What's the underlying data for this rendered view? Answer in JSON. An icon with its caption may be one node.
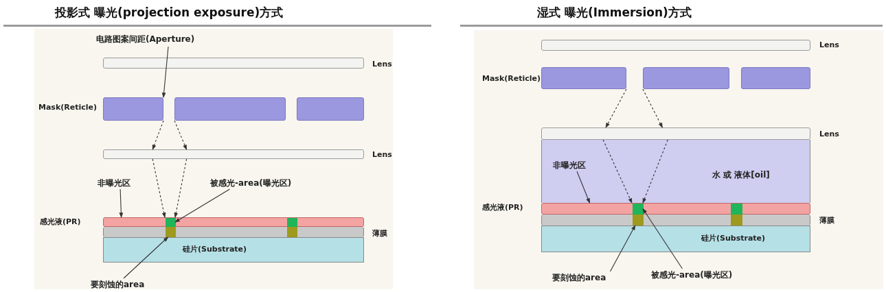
{
  "diagram": {
    "nodes": [
      {
        "text": [
          "电路图案间距(Aperture)"
        ]
      },
      {
        "text": [],
        "shape": "bar",
        "beside": [
          "Lens"
        ]
      },
      {
        "text": [],
        "shape": "bar",
        "beside": [
          "Mask(Reticle)"
        ]
      },
      {
        "text": [],
        "shape": "bar"
      },
      {
        "text": [],
        "shape": "bar"
      },
      {
        "text": [],
        "shape": "bar",
        "beside": [
          "Lens"
        ]
      },
      {
        "text": [],
        "shape": "bar",
        "beside": [
          "感光液(PR)"
        ]
      },
      {
        "text": [],
        "shape": "bar",
        "beside": [
          "薄膜"
        ]
      },
      {
        "text": [
          "硅片(Substrate)"
        ]
      },
      {
        "text": [],
        "shape": "box",
        "in": 6
      },
      {
        "text": [],
        "shape": "box",
        "in": 6
      },
      {
        "text": [],
        "shape": "box",
        "in": 7
      },
      {
        "text": [],
        "shape": "box",
        "in": 7
      },
      {
        "text": [
          "非曝光区"
        ]
      },
      {
        "text": [
          "被感光-area(曝光区)"
        ]
      },
      {
        "text": [
          "要刻蚀的area"
        ]
      },
      {
        "text": [],
        "shape": "bar",
        "beside": [
          "Lens"
        ]
      },
      {
        "text": [],
        "shape": "bar",
        "beside": [
          "Mask(Reticle)"
        ]
      },
      {
        "text": [],
        "shape": "bar"
      },
      {
        "text": [],
        "shape": "bar"
      },
      {
        "text": [],
        "shape": "bar",
        "beside": [
          "Lens"
        ]
      },
      {
        "text": [
          "水 或 液体[oil]"
        ]
      },
      {
        "text": [],
        "shape": "bar",
        "beside": [
          "感光液(PR)"
        ]
      },
      {
        "text": [],
        "shape": "bar",
        "beside": [
          "薄膜"
        ]
      },
      {
        "text": [
          "硅片(Substrate)"
        ]
      },
      {
        "text": [],
        "shape": "box",
        "in": 22
      },
      {
        "text": [],
        "shape": "box",
        "in": 22
      },
      {
        "text": [],
        "shape": "box",
        "in": 23
      },
      {
        "text": [],
        "shape": "box",
        "in": 23
      },
      {
        "text": [
          "非曝光区"
        ],
        "in": 21
      },
      {
        "text": [
          "被感光-area(曝光区)"
        ]
      },
      {
        "text": [
          "要刻蚀的area"
        ]
      }
    ],
    "edges": [
      {
        "from": 0,
        "to": 2,
        "arrow": "to"
      },
      {
        "from": 2,
        "to": 5,
        "arrow": "to",
        "style": "dashed"
      },
      {
        "from": 3,
        "to": 5,
        "arrow": "to",
        "style": "dashed"
      },
      {
        "from": 5,
        "to": 9,
        "arrow": "to",
        "style": "dashed"
      },
      {
        "from": 5,
        "to": 9,
        "arrow": "to",
        "style": "dashed"
      },
      {
        "from": 13,
        "to": 6,
        "arrow": "to"
      },
      {
        "from": 14,
        "to": 9,
        "arrow": "to"
      },
      {
        "from": 15,
        "to": 11,
        "arrow": "to"
      },
      {
        "from": 17,
        "to": 20,
        "arrow": "to",
        "style": "dashed"
      },
      {
        "from": 18,
        "to": 20,
        "arrow": "to",
        "style": "dashed"
      },
      {
        "from": 20,
        "to": 25,
        "arrow": "to",
        "style": "dashed"
      },
      {
        "from": 20,
        "to": 25,
        "arrow": "to",
        "style": "dashed"
      },
      {
        "from": 29,
        "to": 22,
        "arrow": "to"
      },
      {
        "from": 30,
        "to": 25,
        "arrow": "to"
      },
      {
        "from": 31,
        "to": 27,
        "arrow": "to"
      }
    ],
    "labels": [
      "投影式 曝光(projection exposure)方式",
      "湿式 曝光(Immersion)方式"
    ]
  }
}
